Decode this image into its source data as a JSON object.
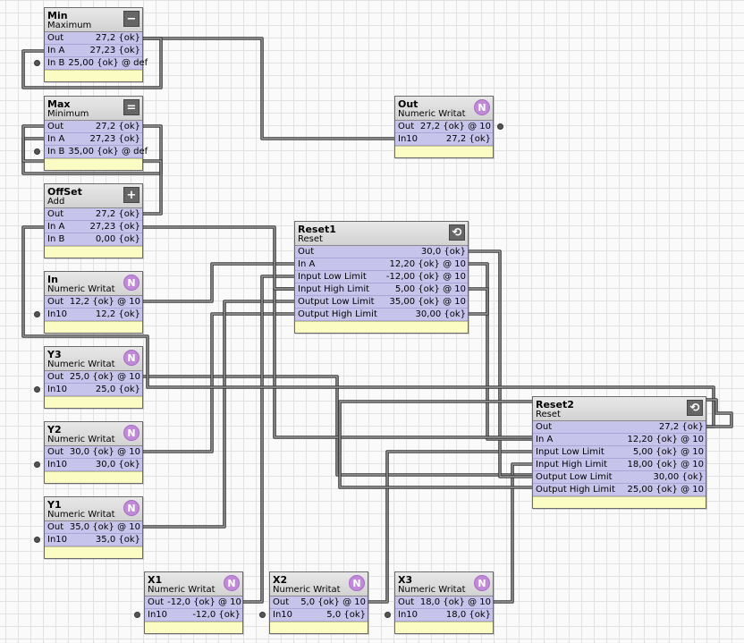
{
  "blocks": {
    "min": {
      "title": "Min",
      "subtitle": "Maximum",
      "icon": "minus-box-icon",
      "rows": [
        {
          "label": "Out",
          "value": "27,2 {ok}"
        },
        {
          "label": "In A",
          "value": "27,23 {ok}"
        },
        {
          "label": "In B",
          "value": "25,00 {ok} @ def"
        }
      ]
    },
    "max": {
      "title": "Max",
      "subtitle": "Minimum",
      "icon": "equals-box-icon",
      "rows": [
        {
          "label": "Out",
          "value": "27,2 {ok}"
        },
        {
          "label": "In A",
          "value": "27,23 {ok}"
        },
        {
          "label": "In B",
          "value": "35,00 {ok} @ def"
        }
      ]
    },
    "offset": {
      "title": "OffSet",
      "subtitle": "Add",
      "icon": "plus-box-icon",
      "rows": [
        {
          "label": "Out",
          "value": "27,2 {ok}"
        },
        {
          "label": "In A",
          "value": "27,23 {ok}"
        },
        {
          "label": "In B",
          "value": "0,00 {ok}"
        }
      ]
    },
    "in": {
      "title": "In",
      "subtitle": "Numeric Writat",
      "icon": "numeric-writable-icon",
      "rows": [
        {
          "label": "Out",
          "value": "12,2 {ok} @ 10"
        },
        {
          "label": "In10",
          "value": "12,2 {ok}"
        }
      ]
    },
    "y3": {
      "title": "Y3",
      "subtitle": "Numeric Writat",
      "icon": "numeric-writable-icon",
      "rows": [
        {
          "label": "Out",
          "value": "25,0 {ok} @ 10"
        },
        {
          "label": "In10",
          "value": "25,0 {ok}"
        }
      ]
    },
    "y2": {
      "title": "Y2",
      "subtitle": "Numeric Writat",
      "icon": "numeric-writable-icon",
      "rows": [
        {
          "label": "Out",
          "value": "30,0 {ok} @ 10"
        },
        {
          "label": "In10",
          "value": "30,0 {ok}"
        }
      ]
    },
    "y1": {
      "title": "Y1",
      "subtitle": "Numeric Writat",
      "icon": "numeric-writable-icon",
      "rows": [
        {
          "label": "Out",
          "value": "35,0 {ok} @ 10"
        },
        {
          "label": "In10",
          "value": "35,0 {ok}"
        }
      ]
    },
    "x1": {
      "title": "X1",
      "subtitle": "Numeric Writat",
      "icon": "numeric-writable-icon",
      "rows": [
        {
          "label": "Out",
          "value": "-12,0 {ok} @ 10"
        },
        {
          "label": "In10",
          "value": "-12,0 {ok}"
        }
      ]
    },
    "x2": {
      "title": "X2",
      "subtitle": "Numeric Writat",
      "icon": "numeric-writable-icon",
      "rows": [
        {
          "label": "Out",
          "value": "5,0 {ok} @ 10"
        },
        {
          "label": "In10",
          "value": "5,0 {ok}"
        }
      ]
    },
    "x3": {
      "title": "X3",
      "subtitle": "Numeric Writat",
      "icon": "numeric-writable-icon",
      "rows": [
        {
          "label": "Out",
          "value": "18,0 {ok} @ 10"
        },
        {
          "label": "In10",
          "value": "18,0 {ok}"
        }
      ]
    },
    "out": {
      "title": "Out",
      "subtitle": "Numeric Writat",
      "icon": "numeric-writable-icon",
      "rows": [
        {
          "label": "Out",
          "value": "27,2 {ok} @ 10"
        },
        {
          "label": "In10",
          "value": "27,2 {ok}"
        }
      ]
    },
    "reset1": {
      "title": "Reset1",
      "subtitle": "Reset",
      "icon": "reset-icon",
      "rows": [
        {
          "label": "Out",
          "value": "30,0 {ok}"
        },
        {
          "label": "In A",
          "value": "12,20 {ok} @ 10"
        },
        {
          "label": "Input Low Limit",
          "value": "-12,00 {ok} @ 10"
        },
        {
          "label": "Input High Limit",
          "value": "5,00 {ok} @ 10"
        },
        {
          "label": "Output Low Limit",
          "value": "35,00 {ok} @ 10"
        },
        {
          "label": "Output High Limit",
          "value": "30,00 {ok}"
        }
      ]
    },
    "reset2": {
      "title": "Reset2",
      "subtitle": "Reset",
      "icon": "reset-icon",
      "rows": [
        {
          "label": "Out",
          "value": "27,2 {ok}"
        },
        {
          "label": "In A",
          "value": "12,20 {ok} @ 10"
        },
        {
          "label": "Input Low Limit",
          "value": "5,00 {ok} @ 10"
        },
        {
          "label": "Input High Limit",
          "value": "18,00 {ok} @ 10"
        },
        {
          "label": "Output Low Limit",
          "value": "30,00 {ok}"
        },
        {
          "label": "Output High Limit",
          "value": "25,00 {ok} @ 10"
        }
      ]
    }
  }
}
